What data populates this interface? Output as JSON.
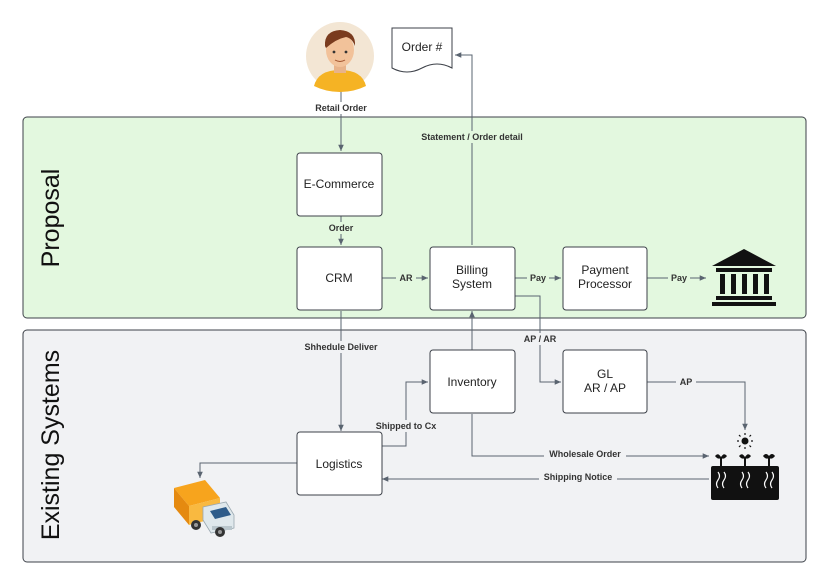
{
  "regions": {
    "proposal": "Proposal",
    "existing": "Existing Systems"
  },
  "nodes": {
    "order_doc": "Order #",
    "ecommerce": "E-Commerce",
    "crm": "CRM",
    "billing": [
      "Billing",
      "System"
    ],
    "payment": [
      "Payment",
      "Processor"
    ],
    "inventory": "Inventory",
    "gl": [
      "GL",
      "AR / AP"
    ],
    "logistics": "Logistics"
  },
  "edges": {
    "retail_order": "Retail Order",
    "statement": "Statement / Order detail",
    "order": "Order",
    "ar": "AR",
    "pay1": "Pay",
    "pay2": "Pay",
    "ap_ar": "AP / AR",
    "schedule": "Shhedule Deliver",
    "shipped": "Shipped to Cx",
    "ap": "AP",
    "wholesale": "Wholesale Order",
    "shipping_notice": "Shipping Notice"
  },
  "colors": {
    "proposal_fill": "#e3f8df",
    "existing_fill": "#f1f2f4",
    "region_stroke": "#3c4048",
    "edge": "#5a6470"
  },
  "icons": [
    "person-avatar-icon",
    "bank-icon",
    "delivery-truck-icon",
    "farm-supplier-icon",
    "document-icon"
  ]
}
